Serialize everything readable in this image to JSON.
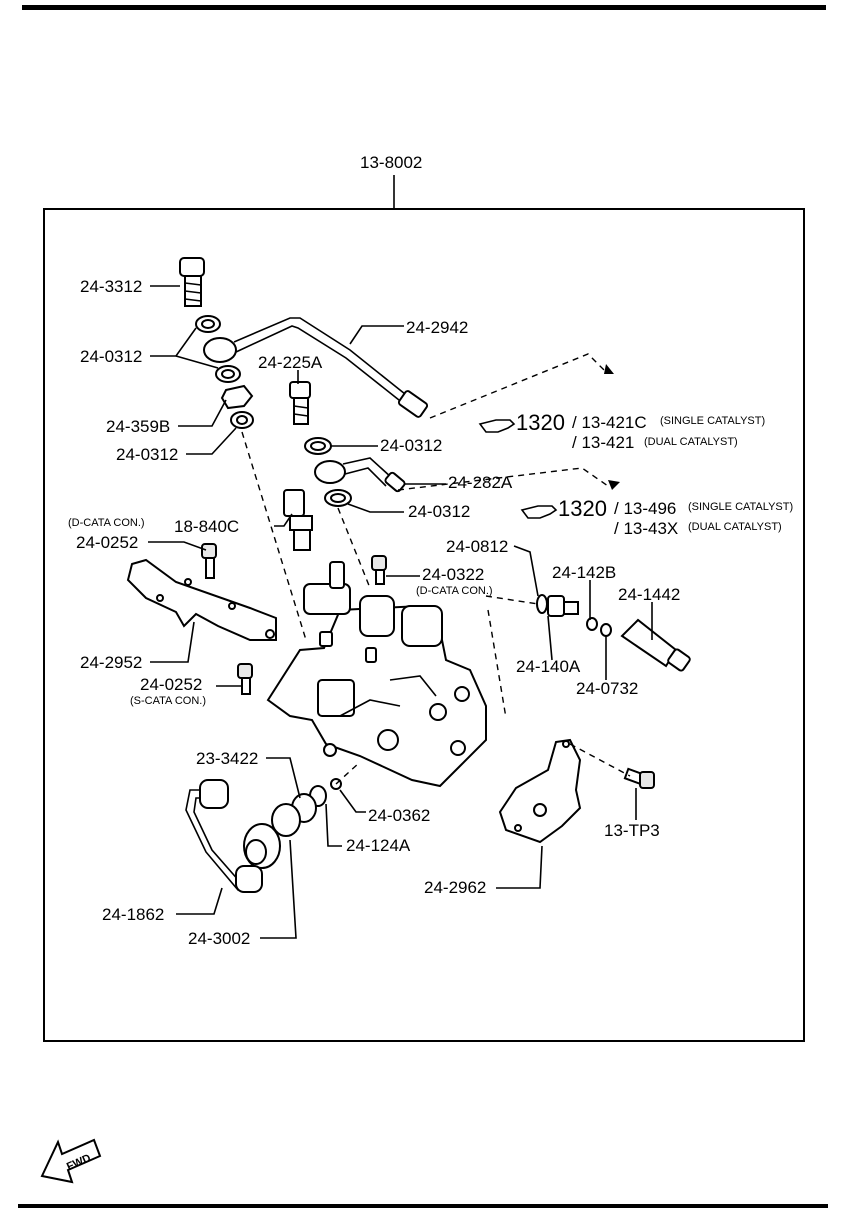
{
  "labels": {
    "assembly": "13-8002",
    "banjo_bolt": "24-3312",
    "washer_a": "24-0312",
    "pipe_main": "24-2942",
    "bolt_225a": "24-225A",
    "nut_359b": "24-359B",
    "washer_b": "24-0312",
    "washer_c": "24-0312",
    "pipe_282a": "24-282A",
    "washer_d": "24-0312",
    "bolt_0252_top": "24-0252",
    "dcata_top": "(D-CATA CON.)",
    "valve_840c": "18-840C",
    "bolt_0322": "24-0322",
    "dcata_0322": "(D-CATA CON.)",
    "bracket_2952": "24-2952",
    "bolt_0252_bottom": "24-0252",
    "scata": "(S-CATA CON.)",
    "gasket_0812": "24-0812",
    "spring_142b": "24-142B",
    "cap_1442": "24-1442",
    "fitting_140a": "24-140A",
    "oring_0732": "24-0732",
    "part_3422": "23-3422",
    "hose_1862": "24-1862",
    "part_3002": "24-3002",
    "part_0362": "24-0362",
    "part_124a": "24-124A",
    "bolt_tp3": "13-TP3",
    "plate_2962": "24-2962",
    "ref1_num": "1320",
    "ref1_a": "/ 13-421C",
    "ref1_a_note": "(SINGLE CATALYST)",
    "ref1_b": "/ 13-421",
    "ref1_b_note": "(DUAL CATALYST)",
    "ref2_num": "1320",
    "ref2_a": "/ 13-496",
    "ref2_a_note": "(SINGLE CATALYST)",
    "ref2_b": "/ 13-43X",
    "ref2_b_note": "(DUAL CATALYST)",
    "fwd": "FWD"
  }
}
